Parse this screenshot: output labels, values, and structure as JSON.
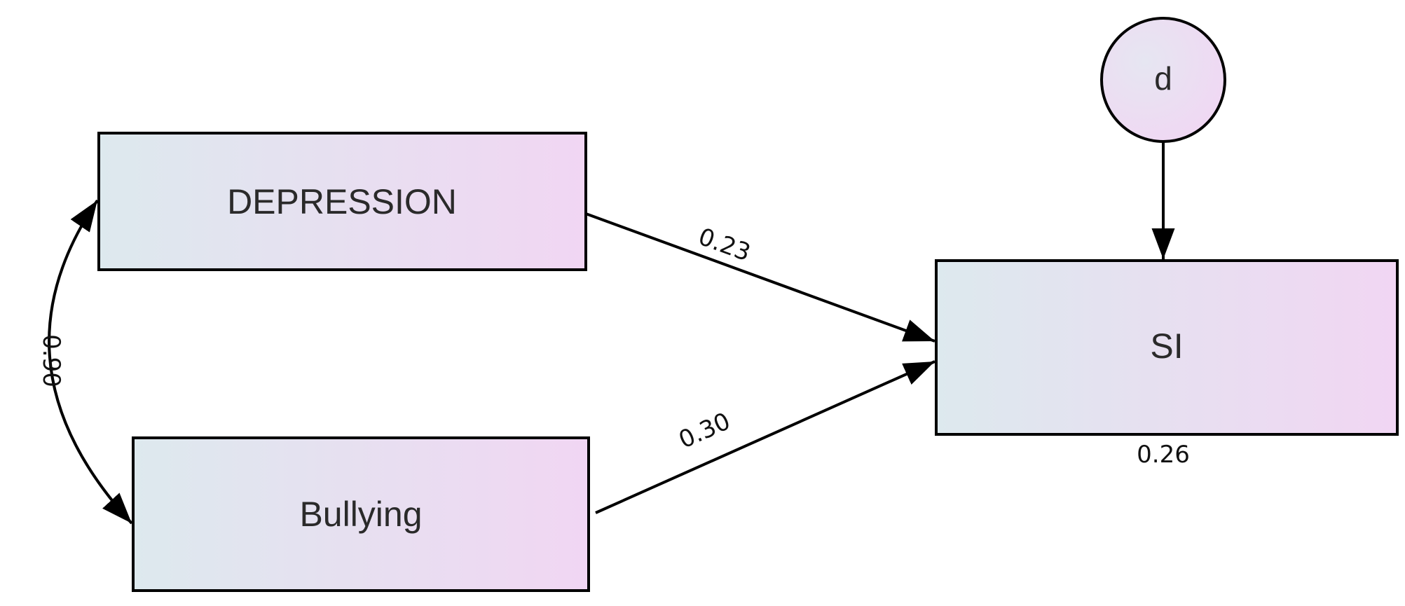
{
  "nodes": {
    "depression": "DEPRESSION",
    "bullying": "Bullying",
    "si": "SI",
    "disturbance": "d"
  },
  "coefficients": {
    "depression_to_si": "0.23",
    "bullying_to_si": "0.30",
    "covariance": "0.90",
    "si_r_squared": "0.26"
  },
  "colors": {
    "box_gradient_start": "#dde9ee",
    "box_gradient_end": "#f1d6f3",
    "stroke": "#000000"
  }
}
